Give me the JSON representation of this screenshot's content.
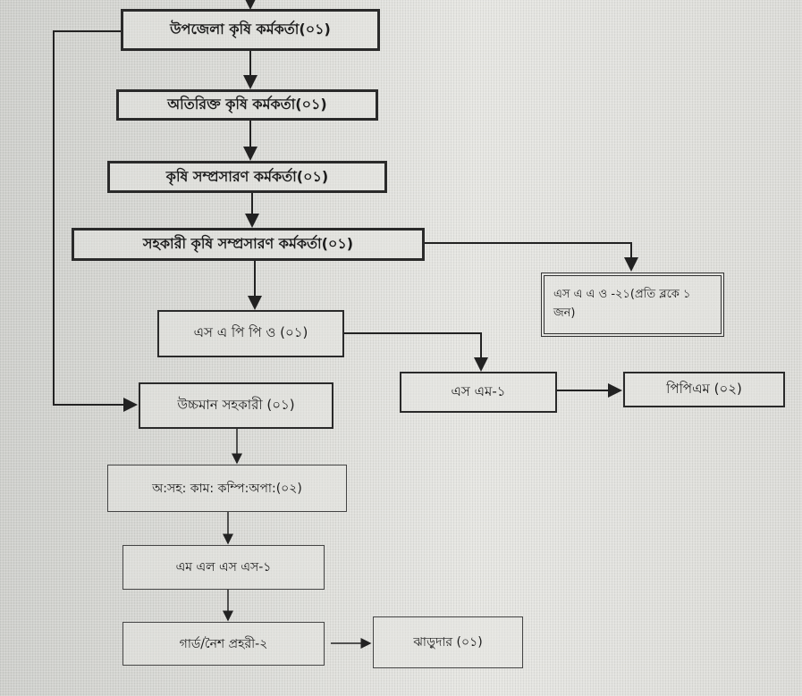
{
  "chart_title": "",
  "nodes": {
    "upazila_officer": "উপজেলা কৃষি কর্মকর্তা(০১)",
    "additional_officer": "অতিরিক্ত কৃষি কর্মকর্তা(০১)",
    "extension_officer": "কৃষি সম্প্রসারণ কর্মকর্তা(০১)",
    "asst_extension_officer": "সহকারী কৃষি সম্প্রসারণ কর্মকর্তা(০১)",
    "sappo": "এস এ পি পি ও (০১)",
    "saao": "এস এ এ ও -২১(প্রতি ব্লকে ১ জন)",
    "sm": "এস এম-১",
    "ppm": "পিপিএম (০২)",
    "upper_assistant": "উচ্চমান সহকারী (০১)",
    "office_assistant": "অ:সহ: কাম: কম্পি:অপা:(০২)",
    "mlss": "এম এল এস এস-১",
    "night_guard": "গার্ড/নৈশ প্রহরী-২",
    "sweeper": "ঝাড়ুদার (০১)"
  }
}
